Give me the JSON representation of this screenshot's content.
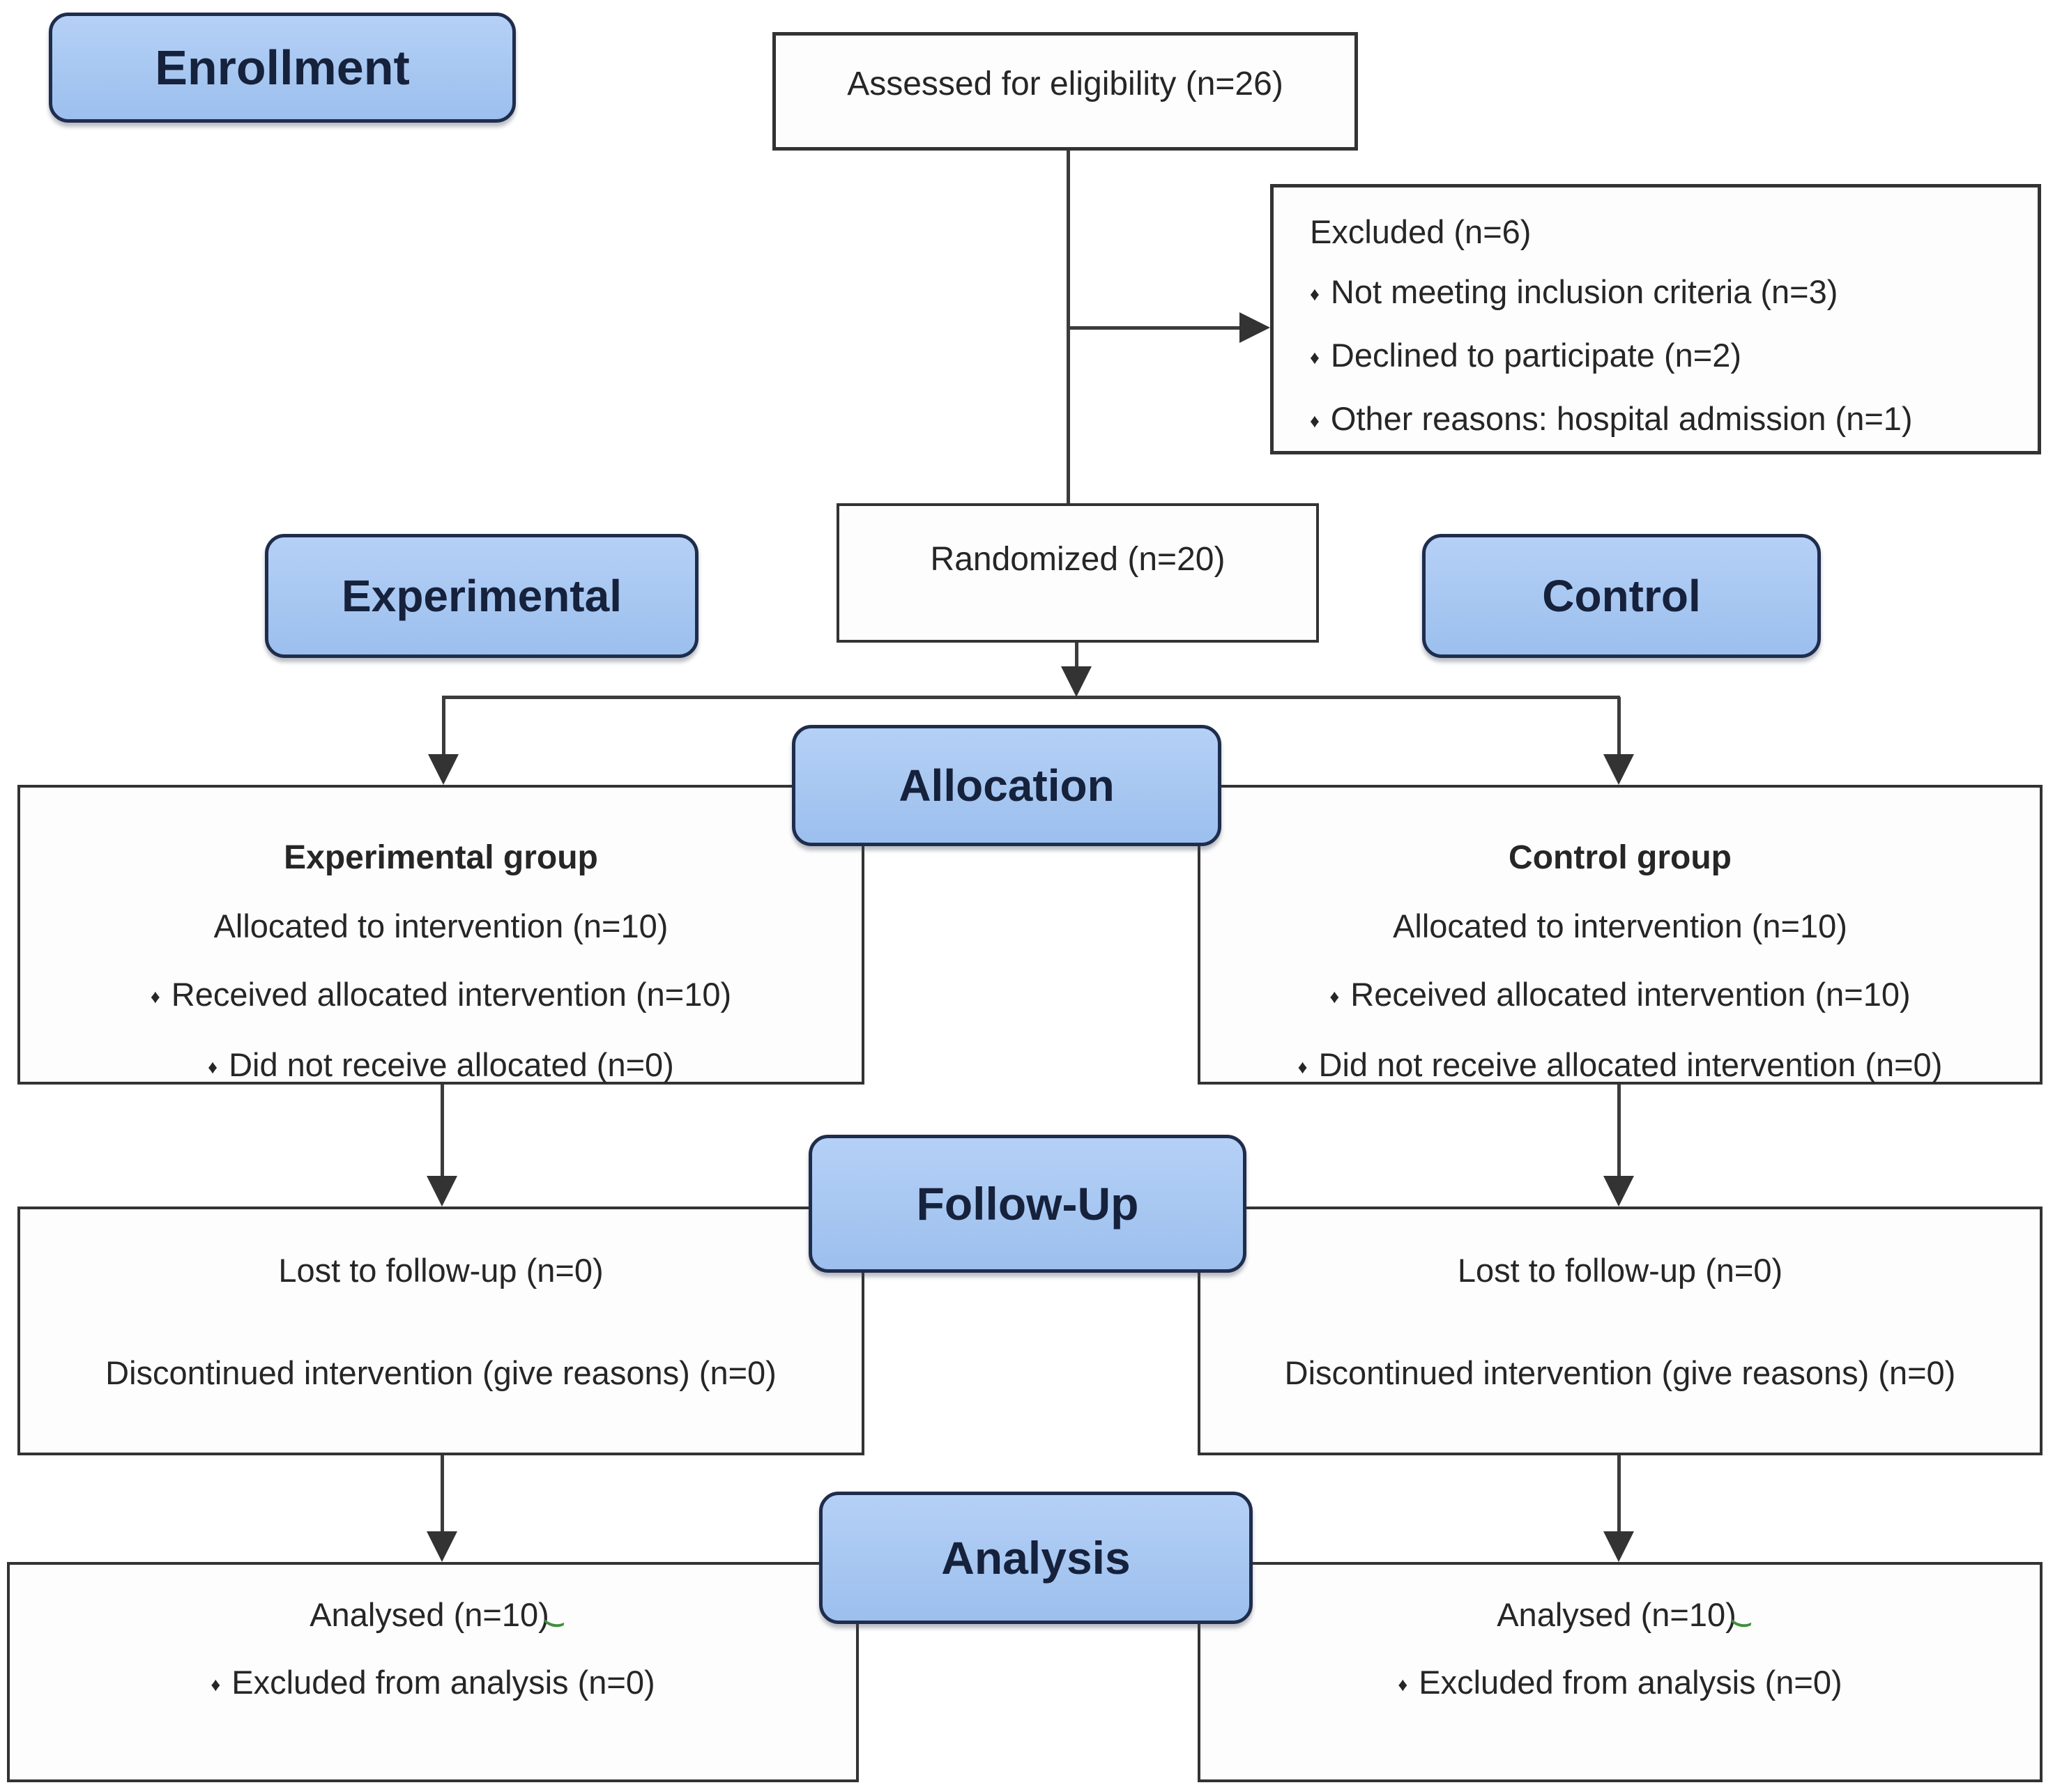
{
  "stages": {
    "enrollment": "Enrollment",
    "allocation": "Allocation",
    "follow_up": "Follow-Up",
    "analysis": "Analysis"
  },
  "arms": {
    "experimental": "Experimental",
    "control": "Control"
  },
  "bullet_char": "♦",
  "stray_mark": ")",
  "colors": {
    "label_fill": "#a7c7f1",
    "label_border": "#1f2d4d",
    "label_text": "#16213c",
    "box_border": "#333333",
    "connector": "#3c3c3c",
    "body_text": "#262626",
    "stray_mark_color": "#3f8f3a"
  },
  "boxes": {
    "assessed": {
      "text": "Assessed for eligibility (n=26)"
    },
    "excluded": {
      "title": "Excluded (n=6)",
      "bullets": [
        "Not meeting inclusion criteria (n=3)",
        "Declined to participate (n=2)",
        "Other reasons: hospital admission (n=1)"
      ]
    },
    "randomized": {
      "text": "Randomized (n=20)"
    },
    "allocation_experimental": {
      "title": "Experimental group",
      "intro": "Allocated to intervention (n=10)",
      "bullets": [
        "Received allocated intervention (n=10)",
        "Did not receive allocated (n=0)"
      ]
    },
    "allocation_control": {
      "title": "Control group",
      "intro": "Allocated to intervention (n=10)",
      "bullets": [
        "Received allocated intervention (n=10)",
        "Did not receive allocated intervention  (n=0)"
      ]
    },
    "followup_experimental": {
      "lines": [
        "Lost to follow-up (n=0)",
        "Discontinued intervention (give reasons) (n=0)"
      ]
    },
    "followup_control": {
      "lines": [
        "Lost to follow-up (n=0)",
        "Discontinued intervention (give reasons) (n=0)"
      ]
    },
    "analysis_experimental": {
      "line": "Analysed (n=10)",
      "bullets": [
        "Excluded from analysis (n=0)"
      ]
    },
    "analysis_control": {
      "line": "Analysed (n=10)",
      "bullets": [
        "Excluded from analysis (n=0)"
      ]
    }
  }
}
